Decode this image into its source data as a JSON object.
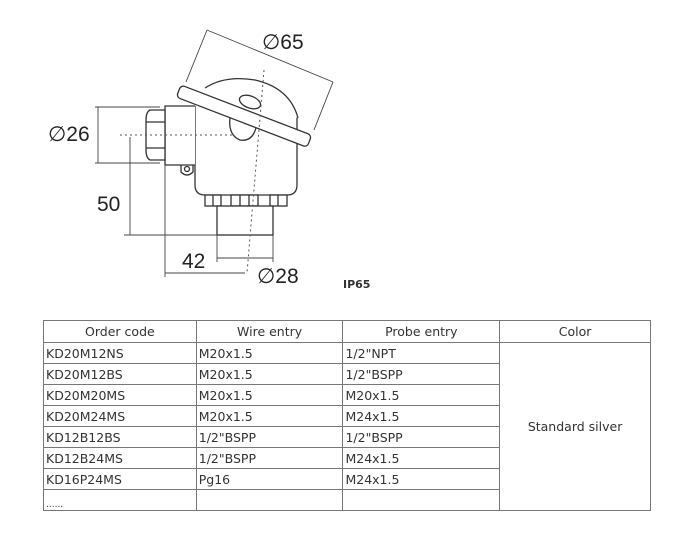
{
  "drawing": {
    "dims": {
      "lid_diameter": "∅65",
      "side_diameter": "∅26",
      "height": "50",
      "offset": "42",
      "probe_diameter": "∅28"
    },
    "rating": "IP65"
  },
  "table": {
    "headers": [
      "Order code",
      "Wire entry",
      "Probe entry",
      "Color"
    ],
    "rows": [
      [
        "KD20M12NS",
        "M20x1.5",
        "1/2\"NPT"
      ],
      [
        "KD20M12BS",
        "M20x1.5",
        "1/2\"BSPP"
      ],
      [
        "KD20M20MS",
        "M20x1.5",
        "M20x1.5"
      ],
      [
        "KD20M24MS",
        "M20x1.5",
        "M24x1.5"
      ],
      [
        "KD12B12BS",
        "1/2\"BSPP",
        "1/2\"BSPP"
      ],
      [
        "KD12B24MS",
        "1/2\"BSPP",
        "M24x1.5"
      ],
      [
        "KD16P24MS",
        "Pg16",
        "M24x1.5"
      ],
      [
        "......",
        "",
        ""
      ]
    ],
    "color": "Standard silver"
  }
}
